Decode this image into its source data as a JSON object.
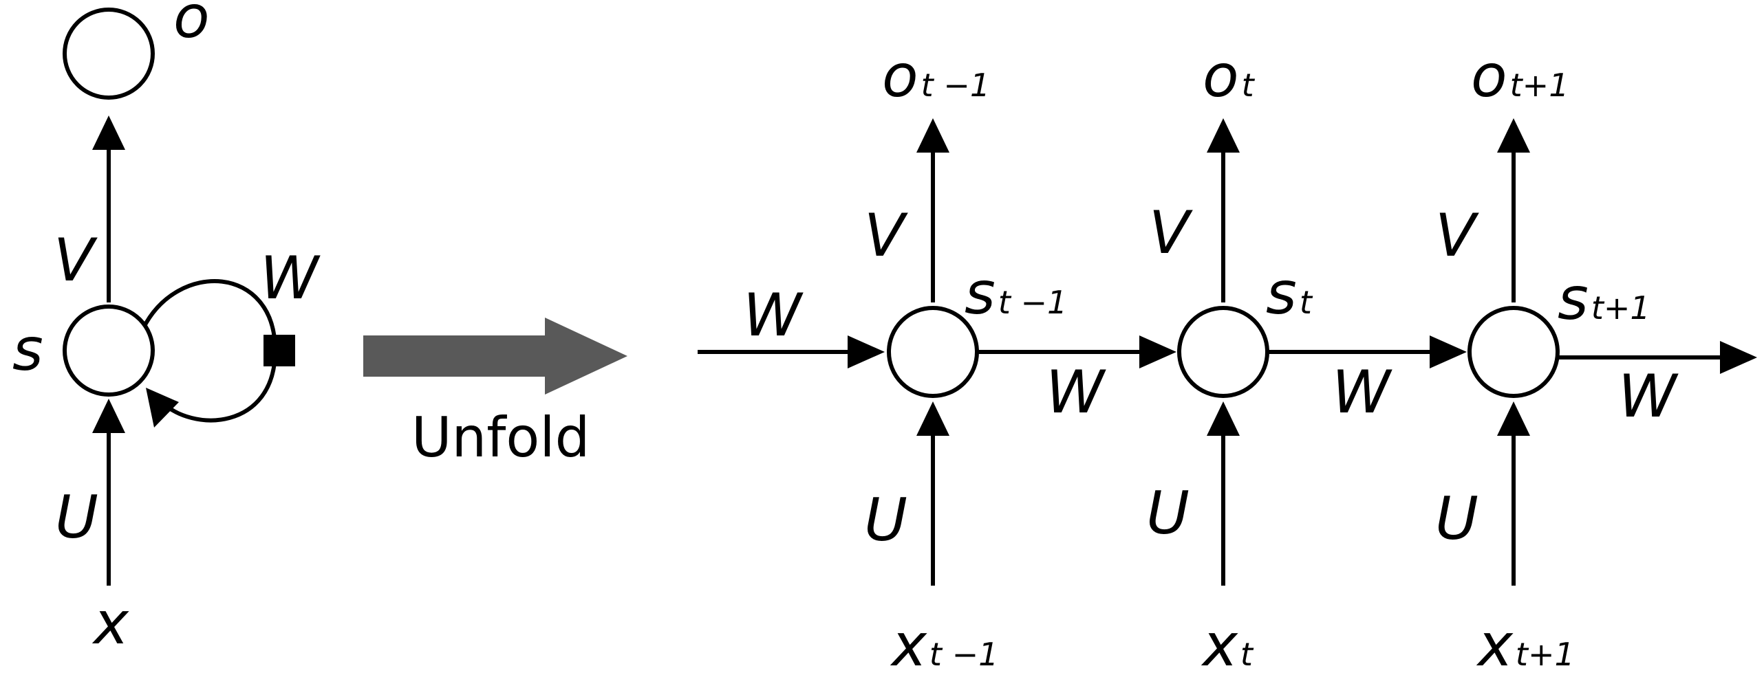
{
  "folded": {
    "output": "o",
    "state": "s",
    "input": "x",
    "weight_output": "V",
    "weight_recurrent": "W",
    "weight_input": "U"
  },
  "transition": {
    "label": "Unfold",
    "color": "#595959"
  },
  "unfolded": {
    "incoming_weight": "W",
    "steps": [
      {
        "output": "o",
        "output_sub": "t −1",
        "state": "s",
        "state_sub": "t −1",
        "input": "x",
        "input_sub": "t −1",
        "weight_output": "V",
        "weight_input": "U",
        "weight_next": "W"
      },
      {
        "output": "o",
        "output_sub": "t",
        "state": "s",
        "state_sub": "t",
        "input": "x",
        "input_sub": "t",
        "weight_output": "V",
        "weight_input": "U",
        "weight_next": "W"
      },
      {
        "output": "o",
        "output_sub": "t+1",
        "state": "s",
        "state_sub": "t+1",
        "input": "x",
        "input_sub": "t+1",
        "weight_output": "V",
        "weight_input": "U",
        "weight_next": "W"
      }
    ]
  }
}
